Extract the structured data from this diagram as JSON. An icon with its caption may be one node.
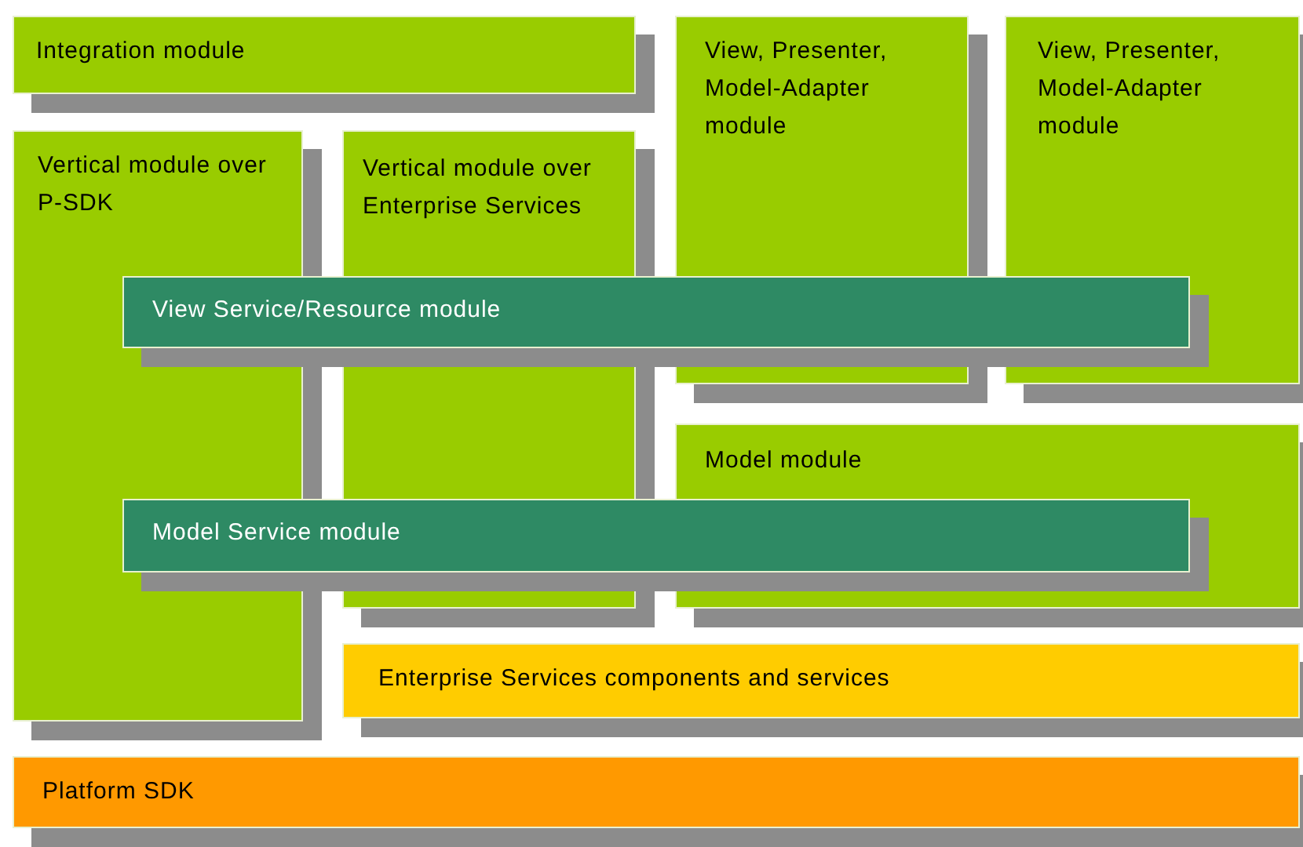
{
  "diagram": {
    "nodes": [
      {
        "text": [
          "Integration module"
        ]
      },
      {
        "text": [
          "View, Presenter, Model-Adapter module"
        ]
      },
      {
        "text": [
          "View, Presenter, Model-Adapter module"
        ]
      },
      {
        "text": [
          "Vertical module over P-SDK"
        ]
      },
      {
        "text": [
          "Vertical module over Enterprise Services"
        ]
      },
      {
        "text": [
          "View Service/Resource module"
        ]
      },
      {
        "text": [
          "Model module"
        ]
      },
      {
        "text": [
          "Model Service module"
        ]
      },
      {
        "text": [
          "Enterprise Services components and services"
        ]
      },
      {
        "text": [
          "Platform SDK"
        ]
      }
    ]
  }
}
